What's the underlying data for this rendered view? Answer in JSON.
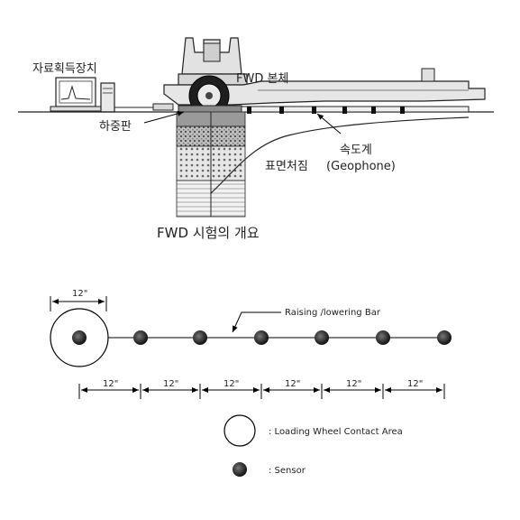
{
  "top_diagram": {
    "data_acquisition_label": "자료획득장치",
    "fwd_body_label": "FWD 본체",
    "load_plate_label": "하중판",
    "geophone_label_ko": "속도계",
    "geophone_label_en": "(Geophone)",
    "deflection_label": "표면처짐",
    "caption": "FWD 시험의 개요"
  },
  "bottom_diagram": {
    "top_spacing_label": "12\"",
    "bar_label": "Raising /lowering Bar",
    "spacing_labels": [
      "12\"",
      "12\"",
      "12\"",
      "12\"",
      "12\"",
      "12\""
    ],
    "legend": {
      "wheel_label": ": Loading Wheel Contact Area",
      "sensor_label": ": Sensor"
    }
  }
}
